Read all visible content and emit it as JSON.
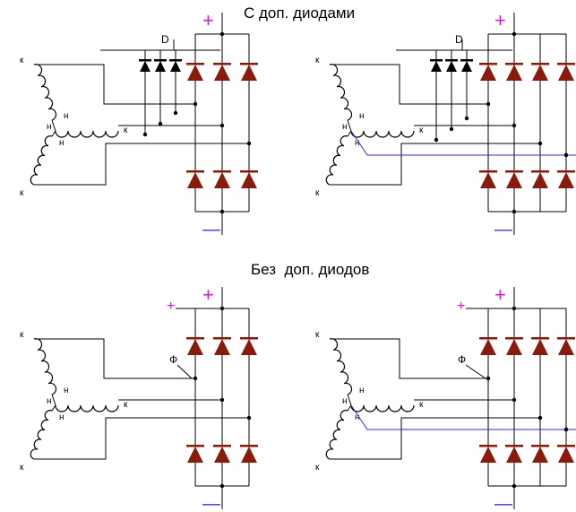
{
  "headings": {
    "with_diodes": "С доп. диодами",
    "without_diodes": "Без  доп. диодов"
  },
  "labels": {
    "plus": "+",
    "minus": "—",
    "coil_end": "к",
    "coil_start": "н",
    "extra_diodes": "D",
    "phase_tap": "Ф"
  },
  "colors": {
    "wire": "#000000",
    "bridge_diode": "#8b1a0a",
    "extra_diode": "#000000",
    "plus_sign": "#d21fd2",
    "minus_sign": "#3a3ad0",
    "neutral_wire": "#2b2bd9",
    "coil": "#000000",
    "junction": "#000000"
  }
}
